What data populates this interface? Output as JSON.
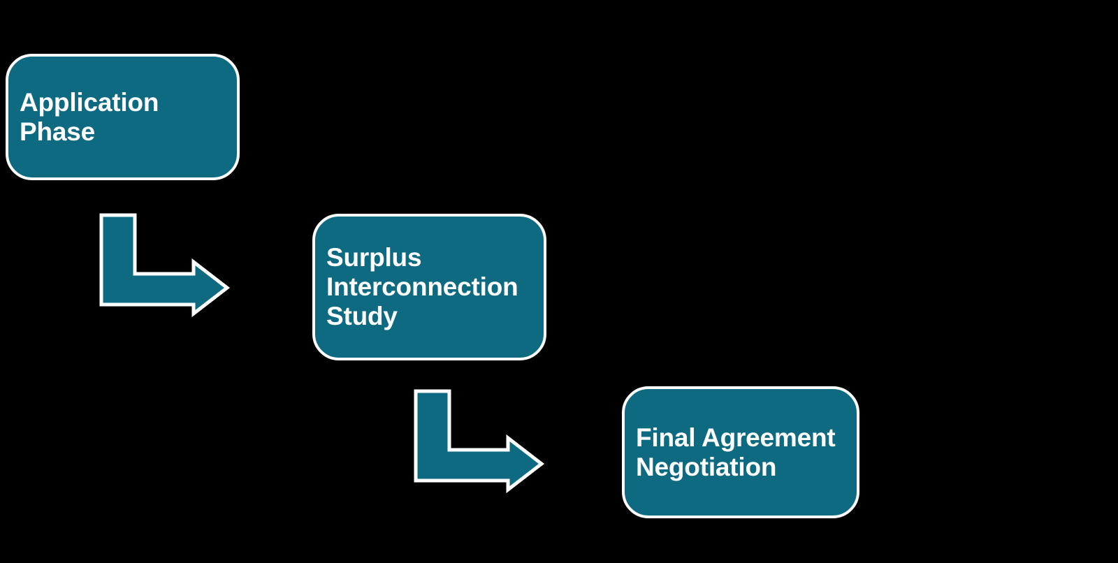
{
  "flow": {
    "nodes": [
      {
        "id": "application-phase",
        "label_lines": [
          "Application",
          "Phase"
        ]
      },
      {
        "id": "surplus-interconnection-study",
        "label_lines": [
          "Surplus",
          "Interconnection",
          "Study"
        ]
      },
      {
        "id": "final-agreement-negotiation",
        "label_lines": [
          "Final Agreement",
          "Negotiation"
        ]
      }
    ],
    "connectors": [
      {
        "from": "application-phase",
        "to": "surplus-interconnection-study",
        "shape": "elbow-down-right-arrow"
      },
      {
        "from": "surplus-interconnection-study",
        "to": "final-agreement-negotiation",
        "shape": "elbow-down-right-arrow"
      }
    ]
  },
  "colors": {
    "background": "#000000",
    "node_fill": "#0d6a80",
    "node_border": "#ffffff",
    "node_text": "#ffffff",
    "arrow_fill": "#0d6a80",
    "arrow_outline": "#ffffff"
  }
}
